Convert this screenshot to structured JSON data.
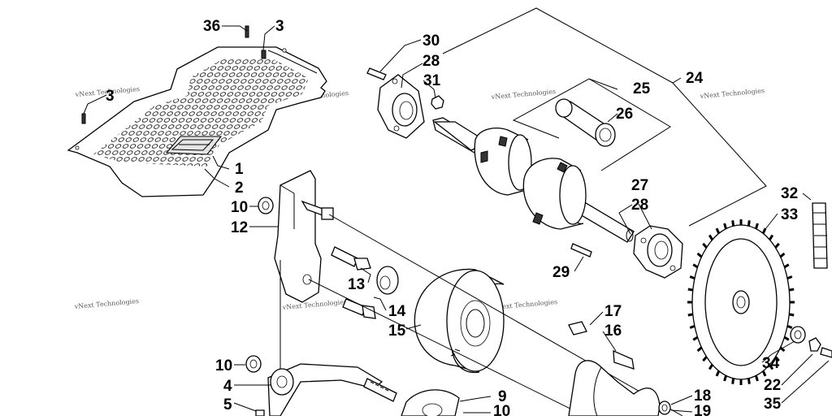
{
  "diagram": {
    "watermark_text": "vNext Technologies",
    "callouts": {
      "c36": "36",
      "c3a": "3",
      "c3b": "3",
      "c1": "1",
      "c2": "2",
      "c10a": "10",
      "c12": "12",
      "c13": "13",
      "c14": "14",
      "c15": "15",
      "c10b": "10",
      "c4": "4",
      "c5": "5",
      "c9": "9",
      "c10c": "10",
      "c30": "30",
      "c28a": "28",
      "c31": "31",
      "c25": "25",
      "c26": "26",
      "c24": "24",
      "c27": "27",
      "c28b": "28",
      "c29": "29",
      "c32": "32",
      "c33": "33",
      "c34": "34",
      "c22": "22",
      "c35": "35",
      "c17": "17",
      "c16": "16",
      "c18": "18",
      "c19": "19"
    }
  }
}
